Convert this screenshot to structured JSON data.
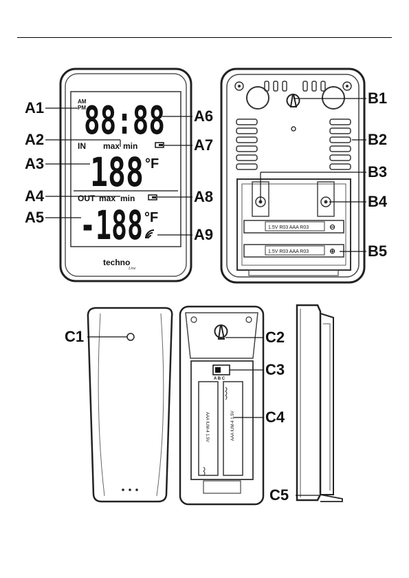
{
  "labels": {
    "A1": "A1",
    "A2": "A2",
    "A3": "A3",
    "A4": "A4",
    "A5": "A5",
    "A6": "A6",
    "A7": "A7",
    "A8": "A8",
    "A9": "A9",
    "B1": "B1",
    "B2": "B2",
    "B3": "B3",
    "B4": "B4",
    "B5": "B5",
    "C1": "C1",
    "C2": "C2",
    "C3": "C3",
    "C4": "C4",
    "C5": "C5"
  },
  "display": {
    "am": "AM",
    "pm": "PM",
    "time": "88:88",
    "in": "IN",
    "max": "max",
    "min": "min",
    "in_value": "188",
    "out": "OUT",
    "out_value": "-188",
    "degree_unit": "°F",
    "brand": "techno",
    "brand_sub": "Line"
  },
  "battery_compartment": {
    "battery_label": "1.5V R03 AAA R03",
    "sensor_battery_label": "AAA IUM-4 1.5V",
    "switch_label": "A B C"
  }
}
